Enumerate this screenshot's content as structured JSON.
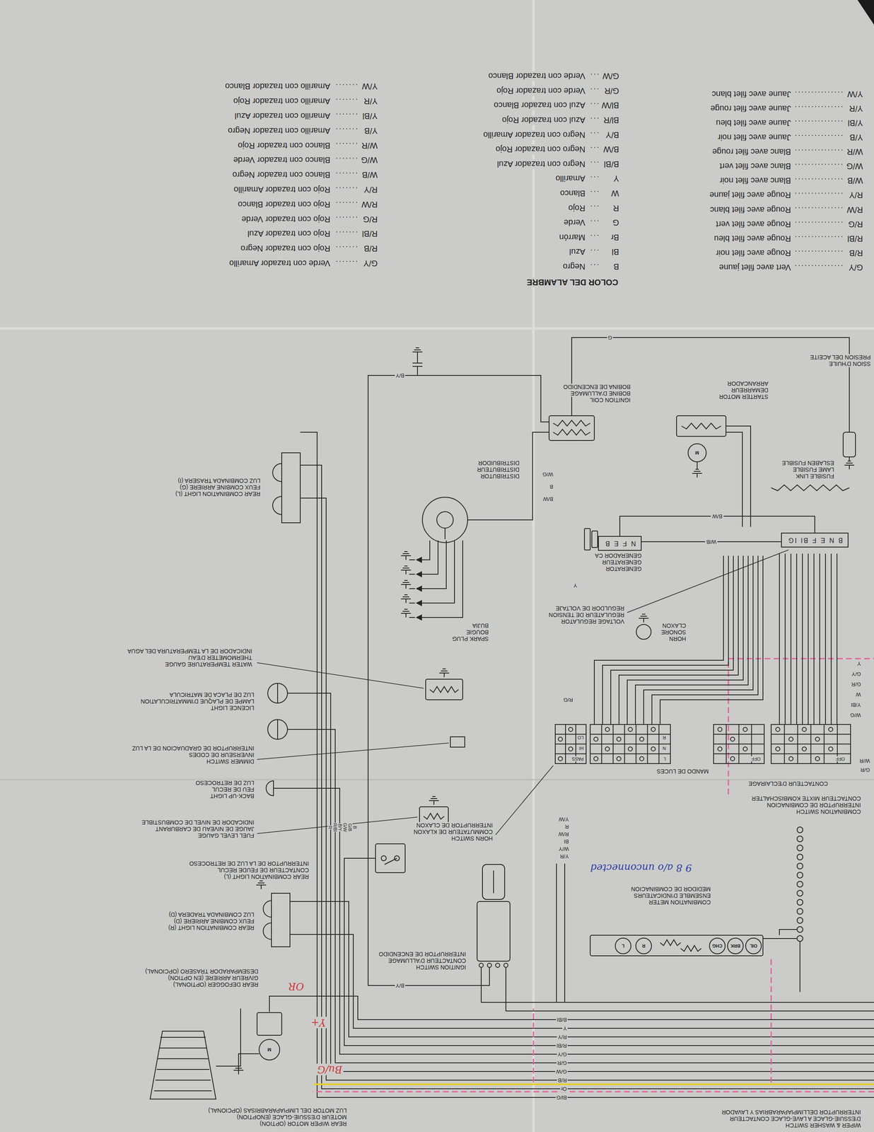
{
  "diagram": {
    "nodes": [
      {
        "text": [
          "GENERATOR GENERATEUR GENERADOR CA",
          "N F E B"
        ]
      },
      {
        "text": [
          "B N E F Bl IG"
        ]
      }
    ],
    "edges": [
      {
        "from": 0,
        "to": 1,
        "arrow": "none",
        "label": "W/B"
      },
      {
        "from": 0,
        "to": 1,
        "arrow": "none",
        "label": "B/W"
      }
    ],
    "labels": [
      "G/Y",
      "Vert avec filet jaune",
      "R/B",
      "Rouge avec filet noir",
      "R/Bl",
      "Rouge avec filet bleu",
      "R/G",
      "Rouge avec filet vert",
      "R/W",
      "Rouge avec filet blanc",
      "R/Y",
      "Rouge avec filet jaune",
      "W/B",
      "Blanc avec filet noir",
      "W/G",
      "Blanc avec filet vert",
      "W/R",
      "Blanc avec filet rouge",
      "Y/B",
      "Jaune avec filet noir",
      "Y/Bl",
      "Jaune avec filet bleu",
      "Y/R",
      "Jaune avec filet rouge",
      "Y/W",
      "Jaune avec filet blanc",
      "COLOR DEL ALAMBRE",
      "B",
      "Negro",
      "Bl",
      "Azul",
      "Br",
      "Marrón",
      "G",
      "Verde",
      "R",
      "Rojo",
      "W",
      "Blanco",
      "Y",
      "Amarillo",
      "B/Bl",
      "Negro con trazador Azul",
      "B/W",
      "Negro con trazador Rojo",
      "B/Y",
      "Negro con trazador Amarillo",
      "Bl/R",
      "Azul con trazador Rojo",
      "Bl/W",
      "Azul con trazador Blanco",
      "G/R",
      "Verde con trazador Rojo",
      "G/W",
      "Verde con trazador Blanco",
      "G/Y",
      "Verde con trazador Amarillo",
      "R/B",
      "Rojo con trazador Negro",
      "R/Bl",
      "Rojo con trazador Azul",
      "R/G",
      "Rojo con trazador Verde",
      "R/W",
      "Rojo con trazador Blanco",
      "R/Y",
      "Rojo con trazador Amarillo",
      "W/B",
      "Blanco con trazador Negro",
      "W/G",
      "Blanco con trazador Verde",
      "W/R",
      "Blanco con trazador Rojo",
      "Y/B",
      "Amarillo con trazador Negro",
      "Y/Bl",
      "Amarillo con trazador Azul",
      "Y/R",
      "Amarillo con trazador Rojo",
      "Y/W",
      "Amarillo con trazador Blanco",
      "STARTER MOTOR",
      "DEMARREUR",
      "ARRANCADOR",
      "IGNITION COIL",
      "BOBINE D'ALLUMAGE",
      "BOBINA DE ENCENDIDO",
      "SSION D'HUILE",
      "PRESION DEL ACEITE",
      "FUSIBLE LINK",
      "LAME FUSIBLE",
      "ESLABEN FUSIBLE",
      "DISTRIBUTOR",
      "DISTRIBUTEUR",
      "DISTRIBUIDOR",
      "VOLTAGE REGULATOR",
      "REGULATEUR DE TENSION",
      "REGULDOR DE VOLTAJE",
      "HORN",
      "SONORE",
      "CLAXON",
      "SPARK PLUG",
      "BOUGIE",
      "BUJIA",
      "WATER TEMPERATURE GAUGE",
      "THERMOMETER D'EAU",
      "INDICADOR DE LA TEMPERATURA DEL AGUA",
      "LICENCE LIGHT",
      "LAMPE DE PLAQUE D'IMMATRICULATION",
      "LUZ DE PLACA DE MATRICULA",
      "DIMMER SWITCH",
      "INVERSEUR DE CODES",
      "INTERRUPTOR DE GRADUACION DE LA LUZ",
      "BACK-UP LIGHT",
      "FEU DE RECUL",
      "LUZ DE RETROCESO",
      "FUEL LEVEL GAUGE",
      "JAUGE DE NIVEAU DE CARBURANT",
      "INDICADOR DE NIVEL DE COMBUSTIBLE",
      "HORN SWITCH",
      "COMMUTATEUR DE KLAXON",
      "INTERRUPTOR DE CLAXON",
      "REAR COMBINATION LIGHT (L)",
      "CONTACTEUR DE FEUDE RECUL",
      "INTERRUPTOR DE LA LUZ DE RETROCESO",
      "REAR COMBINATION LIGHT (R)",
      "FEUX COMBINE ARRIERE (D)",
      "LUZ COMBINADA TRADERA (D)",
      "REAR DEFOGGER (OPTIONAL)",
      "GIVREUR ARRIERE (EN OPTION)",
      "DESEMPARADOR TRASERO (OPCIONAL)",
      "REAR WIPER MOTOR (OPTION)",
      "MOTEUR D'ESSUIE-GLACE (ENOPTION)",
      "LUZ MOTOR DEL LIMPIAPARABRISAS (OPCIONAL)",
      "REAR COMBINATION LIGHT (L)",
      "FEUX COMBINE ARRIERE (G)",
      "LUZ COMBINADA TRASERA (I)",
      "IGNITION SWITCH",
      "CONTACTEUR D'ALLUMAGE",
      "INTERRUPTOR DE ENCENDIDO",
      "COMBINATION METER",
      "ENSEMBLE D'INDICATEURS",
      "MEDIDOR DE COMBINACION",
      "COMBINATION SWITCH",
      "INTERRUPTOR DE COMBINACION",
      "CONTACTEUR MIXTE KOMBISCHALTER",
      "CONTACTEUR D'ECLAIRAGE",
      "MANDO DE LUCES",
      "WIPER & WASHER SWITCH",
      "D'ESSUIE-GLACE A LAVE-GLACE CONTACTEUR",
      "INTERRUPTOR DELLIMPIAPARABRIAS Y LAVADOR",
      "9 8 a/o unconnected",
      "OR",
      "Y+",
      "Bu/G",
      "B/Y",
      "B/Y",
      "G",
      "W/G",
      "B",
      "B/W",
      "Y",
      "R/G",
      "W/G",
      "Y/Bl",
      "W",
      "G/R",
      "G/Y",
      "Y",
      "G/R",
      "W/R",
      "Y/R",
      "W/Y",
      "Bl",
      "R/W",
      "R",
      "Y/W",
      "Bl/G",
      "Or",
      "R/B",
      "G/W",
      "G/R",
      "G/Y",
      "R/Bl",
      "R/Y",
      "Y",
      "B/Bl",
      "B",
      "G/B",
      "G/W",
      "B/Y",
      "R/Bl",
      "R",
      "PASS",
      "HI",
      "LO",
      "L",
      "N",
      "R",
      "OFF",
      "OFF",
      "OIL",
      "BRK",
      "CHG",
      "R",
      "L",
      "M",
      "M"
    ]
  }
}
